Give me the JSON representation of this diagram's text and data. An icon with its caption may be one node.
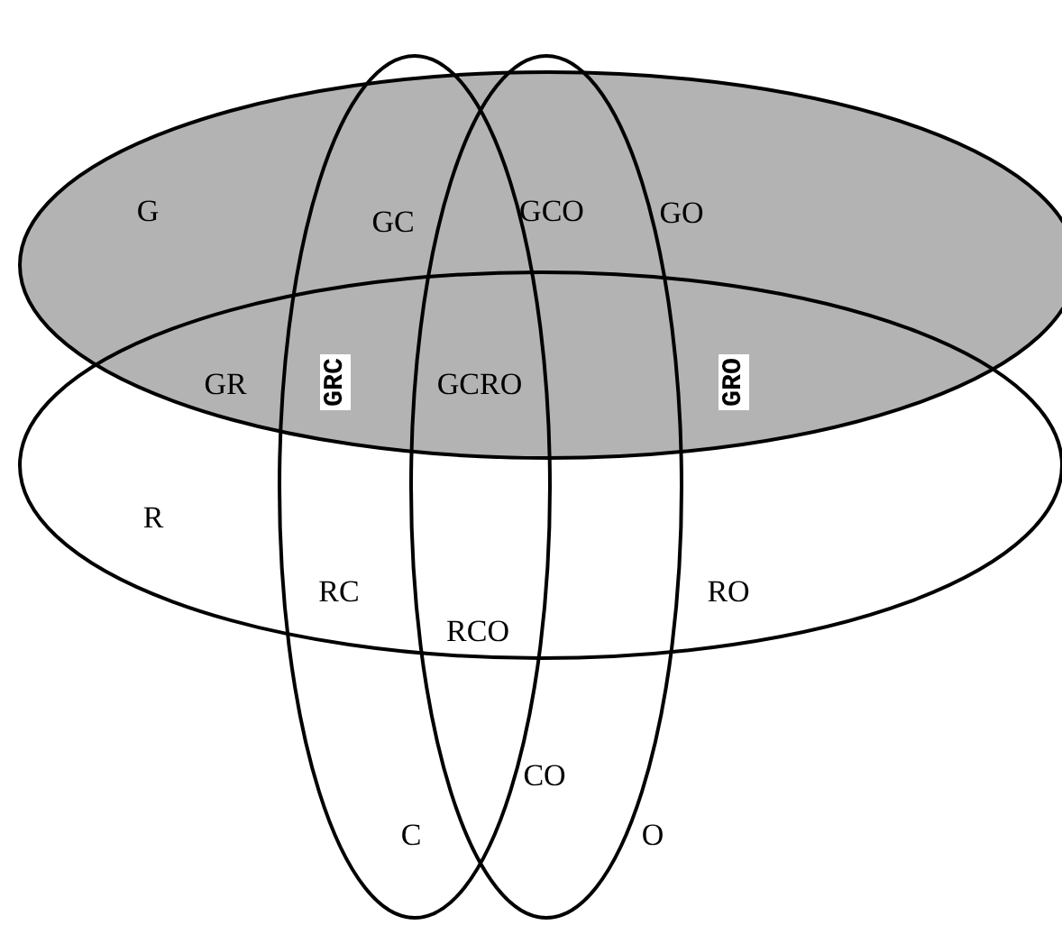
{
  "diagram": {
    "labels": [
      "G",
      "GC",
      "GCO",
      "GO",
      "GR",
      "GRC",
      "GCRO",
      "GRO",
      "R",
      "RC",
      "RCO",
      "RO",
      "CO",
      "C",
      "O"
    ]
  }
}
